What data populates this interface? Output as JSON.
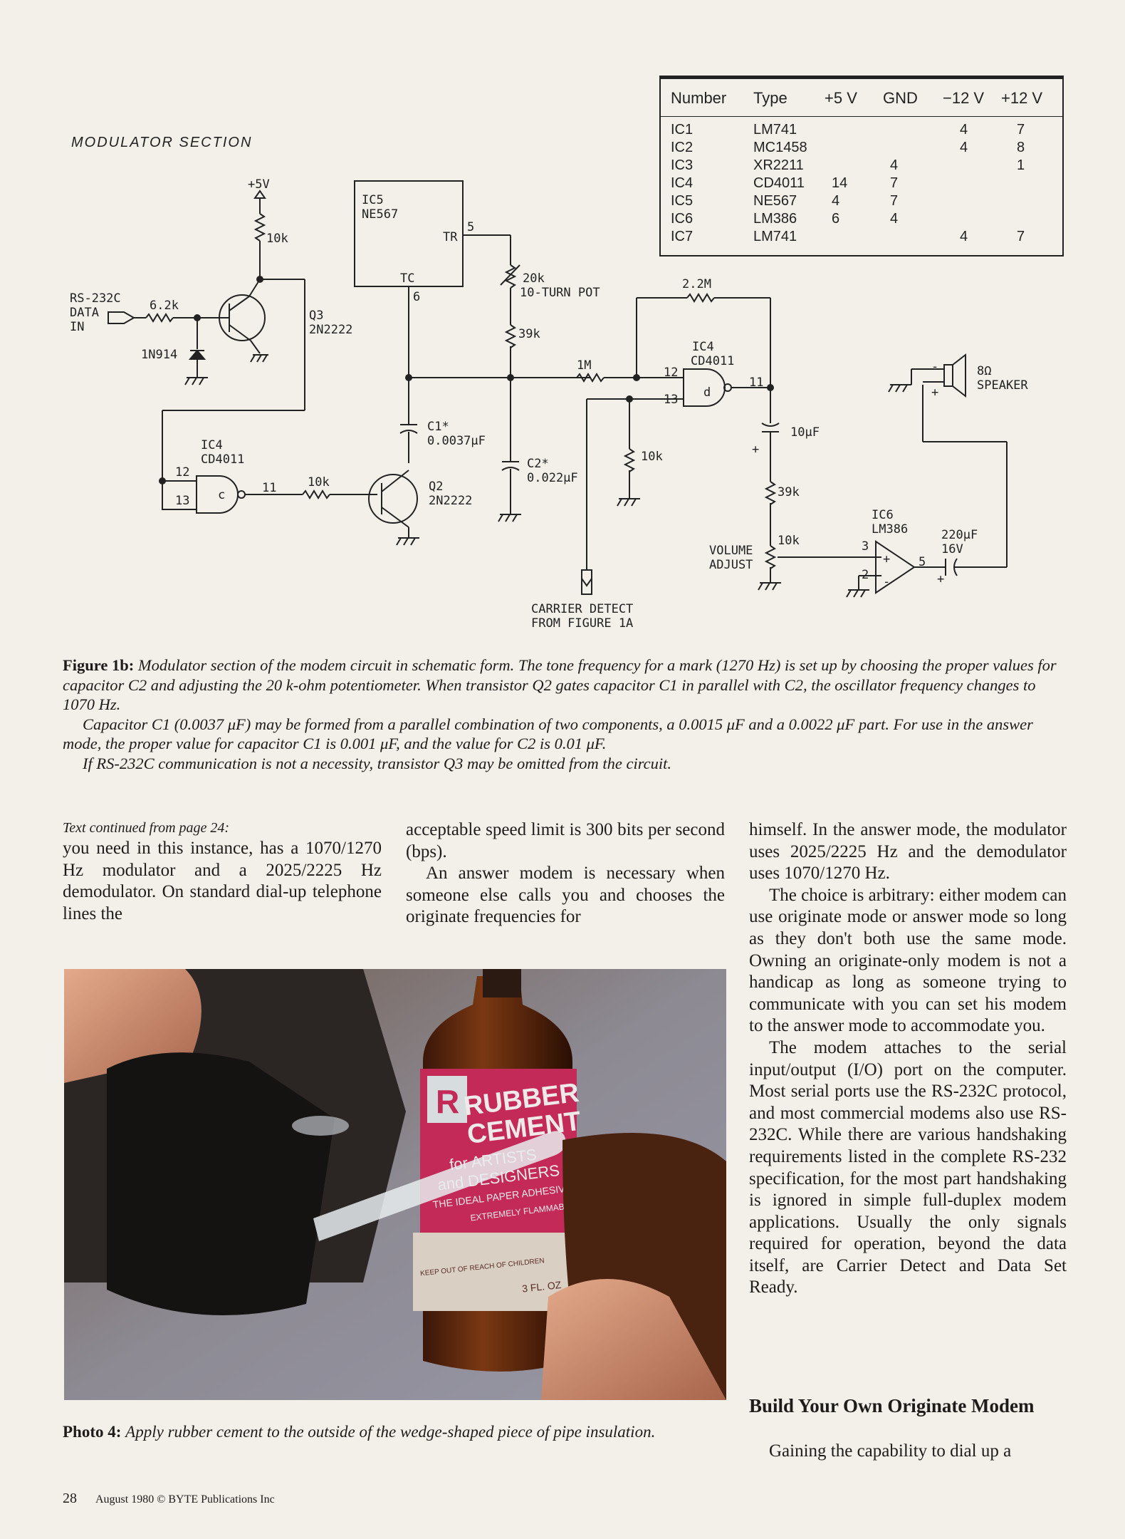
{
  "schematic": {
    "section_title": "MODULATOR SECTION",
    "labels": {
      "plus5v": "+5V",
      "r10k_top": "10k",
      "rs232_line1": "RS-232C",
      "rs232_line2": "DATA",
      "rs232_line3": "IN",
      "r62k": "6.2k",
      "diode": "1N914",
      "q3_name": "Q3",
      "q3_type": "2N2222",
      "ic5_name": "IC5",
      "ic5_type": "NE567",
      "tr": "TR",
      "tc": "TC",
      "pin5": "5",
      "pin6": "6",
      "pot1": "20k",
      "pot2": "10-TURN POT",
      "r39k_a": "39k",
      "r2_2m": "2.2M",
      "ic4d_name": "IC4",
      "ic4d_type": "CD4011",
      "r1m": "1M",
      "pin12_d": "12",
      "pin13_d": "13",
      "gate_d": "d",
      "pin11_d": "11",
      "c10uf": "10μF",
      "plus_a": "+",
      "r39k_b": "39k",
      "r10k_vol": "10k",
      "vol1": "VOLUME",
      "vol2": "ADJUST",
      "c1_name": "C1*",
      "c1_val": "0.0037μF",
      "c2_name": "C2*",
      "c2_val": "0.022μF",
      "r10k_gnd": "10k",
      "ic4c_name": "IC4",
      "ic4c_type": "CD4011",
      "pin12_c": "12",
      "pin13_c": "13",
      "gate_c": "c",
      "pin11_c": "11",
      "r10k_base": "10k",
      "q2_name": "Q2",
      "q2_type": "2N2222",
      "carrier1": "CARRIER DETECT",
      "carrier2": "FROM FIGURE 1A",
      "ic6_name": "IC6",
      "ic6_type": "LM386",
      "pin3": "3",
      "pin2": "2",
      "pin5_amp": "5",
      "c220_1": "220μF",
      "c220_2": "16V",
      "spk1": "8Ω",
      "spk2": "SPEAKER",
      "amp_plus": "+",
      "amp_minus": "-",
      "spk_minus": "-",
      "spk_plus": "+",
      "cap_plus": "+"
    }
  },
  "pin_table": {
    "headers": [
      "Number",
      "Type",
      "+5 V",
      "GND",
      "−12 V",
      "+12 V"
    ],
    "rows": [
      [
        "IC1",
        "LM741",
        "",
        "",
        "4",
        "7"
      ],
      [
        "IC2",
        "MC1458",
        "",
        "",
        "4",
        "8"
      ],
      [
        "IC3",
        "XR2211",
        "",
        "4",
        "",
        "1"
      ],
      [
        "IC4",
        "CD4011",
        "14",
        "7",
        "",
        ""
      ],
      [
        "IC5",
        "NE567",
        "4",
        "7",
        "",
        ""
      ],
      [
        "IC6",
        "LM386",
        "6",
        "4",
        "",
        ""
      ],
      [
        "IC7",
        "LM741",
        "",
        "",
        "4",
        "7"
      ]
    ]
  },
  "caption": {
    "label": "Figure 1b:",
    "p1": "Modulator section of the modem circuit in schematic form. The tone frequency for a mark (1270 Hz) is set up by choosing the proper values for capacitor C2 and adjusting the 20 k-ohm potentiometer. When transistor Q2 gates capacitor C1 in parallel with C2, the oscillator frequency changes to 1070 Hz.",
    "p2": "Capacitor C1 (0.0037 μF) may be formed from a parallel combination of two components, a 0.0015 μF and a 0.0022 μF part. For use in the answer mode, the proper value for capacitor C1 is 0.001 μF, and the value for C2 is 0.01 μF.",
    "p3": "If RS-232C communication is not a necessity, transistor Q3 may be omitted from the circuit."
  },
  "article": {
    "continued": "Text continued from page 24:",
    "col1": "you need in this instance, has a 1070/1270 Hz modulator and a 2025/2225 Hz demodulator. On standard dial-up telephone lines the",
    "col2_p1": "acceptable speed limit is 300 bits per second (bps).",
    "col2_p2": "An answer modem is necessary when someone else calls you and chooses the originate frequencies for",
    "col3_p1": "himself. In the answer mode, the modulator uses 2025/2225 Hz and the demodulator uses 1070/1270 Hz.",
    "col3_p2": "The choice is arbitrary: either modem can use originate mode or answer mode so long as they don't both use the same mode. Owning an originate-only modem is not a handicap as long as someone trying to communicate with you can set his modem to the answer mode to accommodate you.",
    "col3_p3": "The modem attaches to the serial input/output (I/O) port on the computer. Most serial ports use the RS-232C protocol, and most commercial modems also use RS-232C. While there are various handshaking requirements listed in the complete RS-232 specification, for the most part handshaking is ignored in simple full-duplex modem applications. Usually the only signals required for operation, beyond the data itself, are Carrier Detect and Data Set Ready.",
    "heading": "Build Your Own Originate Modem",
    "col3_p4": "Gaining the capability to dial up a"
  },
  "photo": {
    "label_line1": "RUBBER",
    "label_line2": "CEMENT",
    "label_line3": "for ARTISTS",
    "label_line4": "and DESIGNERS",
    "label_line5": "THE IDEAL PAPER ADHESIVE",
    "label_line6": "EXTREMELY FLAMMABLE",
    "label_line7": "KEEP OUT OF REACH OF CHILDREN",
    "label_line8": "3 FL. OZ",
    "logo_letter": "R",
    "caption_label": "Photo 4:",
    "caption_text": "Apply rubber cement to the outside of the wedge-shaped piece of pipe insulation."
  },
  "footer": {
    "page": "28",
    "text": "August 1980 © BYTE Publications Inc"
  }
}
